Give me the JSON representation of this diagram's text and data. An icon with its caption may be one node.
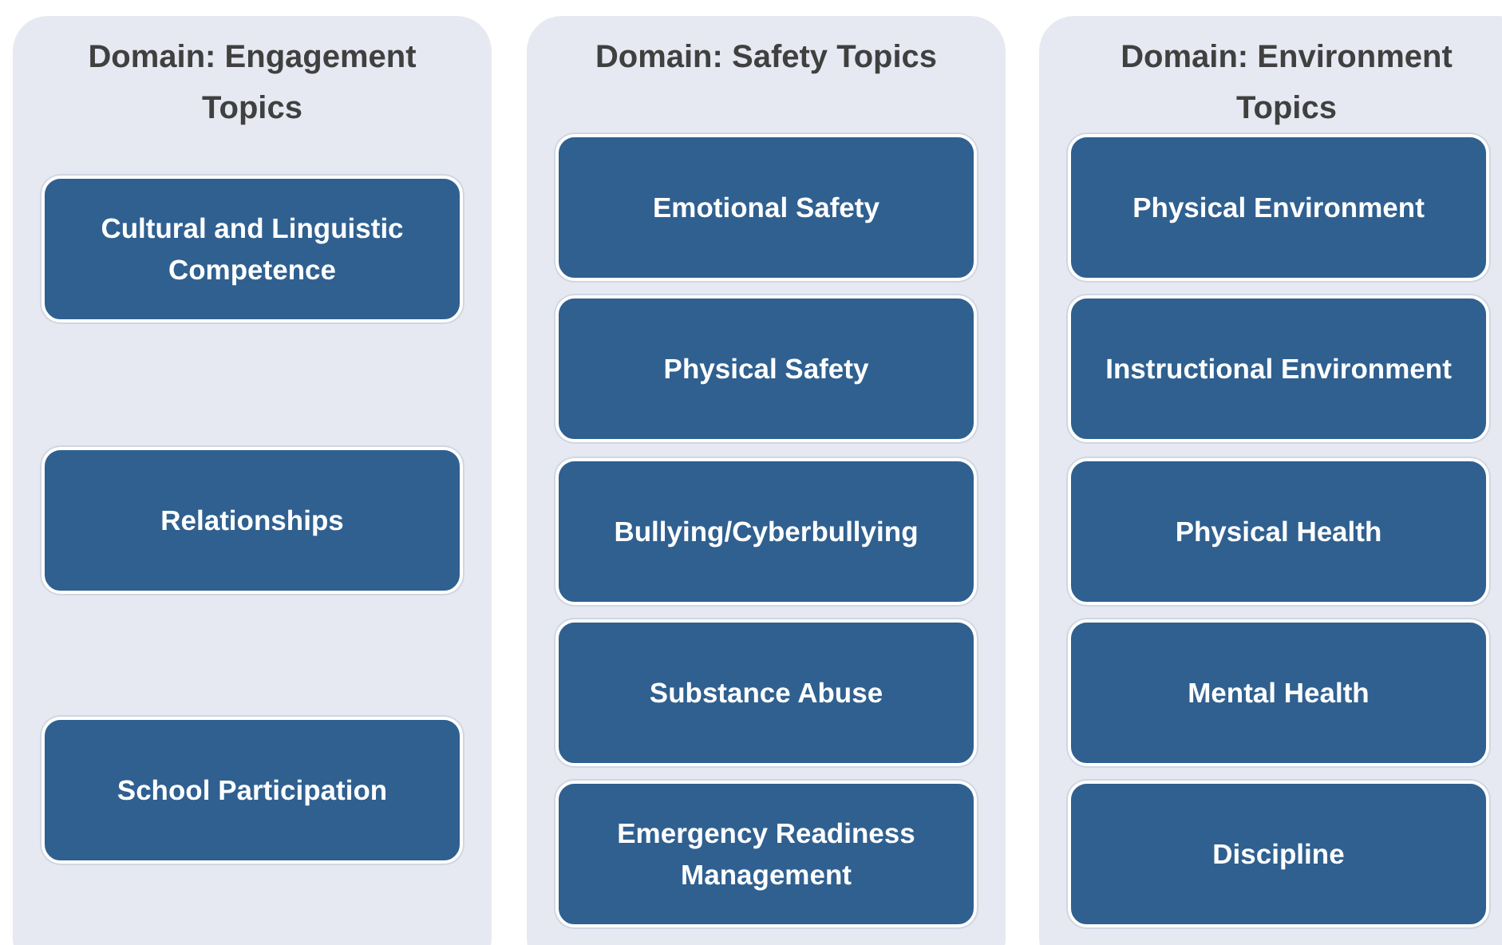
{
  "diagram": {
    "nodes": [
      {
        "text": [
          "Domain: Engagement Topics"
        ]
      },
      {
        "text": [
          "Cultural and Linguistic Competence"
        ],
        "in": 0
      },
      {
        "text": [
          "Relationships"
        ],
        "in": 0
      },
      {
        "text": [
          "School Participation"
        ],
        "in": 0
      },
      {
        "text": [
          "Domain: Safety Topics"
        ]
      },
      {
        "text": [
          "Emotional Safety"
        ],
        "in": 4
      },
      {
        "text": [
          "Physical Safety"
        ],
        "in": 4
      },
      {
        "text": [
          "Bullying/Cyberbullying"
        ],
        "in": 4
      },
      {
        "text": [
          "Substance Abuse"
        ],
        "in": 4
      },
      {
        "text": [
          "Emergency Readiness Management"
        ],
        "in": 4
      },
      {
        "text": [
          "Domain: Environment Topics"
        ]
      },
      {
        "text": [
          "Physical Environment"
        ],
        "in": 10
      },
      {
        "text": [
          "Instructional Environment"
        ],
        "in": 10
      },
      {
        "text": [
          "Physical Health"
        ],
        "in": 10
      },
      {
        "text": [
          "Mental Health"
        ],
        "in": 10
      },
      {
        "text": [
          "Discipline"
        ],
        "in": 10
      }
    ]
  }
}
